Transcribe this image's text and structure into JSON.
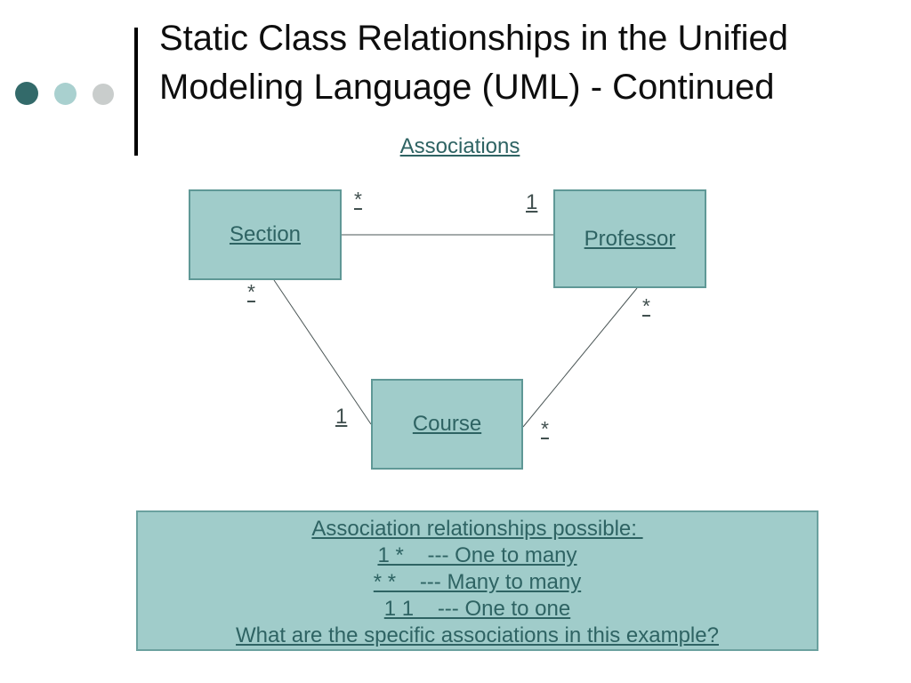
{
  "colors": {
    "background": "#ffffff",
    "box_fill": "#A0CCCA",
    "box_border": "#5F9896",
    "teal_text": "#2E6363",
    "title_text": "#0e0e0e",
    "multiplicity_text": "#41504F",
    "connector_line": "#4A5555",
    "dot_dark_teal": "#336A6A",
    "dot_light_teal": "#A9D0CF",
    "dot_gray": "#C9CDCC"
  },
  "title": {
    "line1": "Static Class Relationships in the Unified",
    "line2": "Modeling Language (UML) - Continued"
  },
  "diagram": {
    "heading": "Associations",
    "classes": [
      {
        "name": "Section"
      },
      {
        "name": "Professor"
      },
      {
        "name": "Course"
      }
    ],
    "multiplicities": [
      {
        "id": "section-professor-near-section",
        "label": "*"
      },
      {
        "id": "section-professor-near-professor",
        "label": "1"
      },
      {
        "id": "section-course-near-section",
        "label": "*"
      },
      {
        "id": "professor-course-near-professor",
        "label": "*"
      },
      {
        "id": "section-course-near-course",
        "label": "1"
      },
      {
        "id": "professor-course-near-course",
        "label": "*"
      }
    ]
  },
  "note_box": {
    "lines": [
      "Association relationships possible: ",
      "1 *    --- One to many",
      "* *    --- Many to many",
      "1 1    --- One to one",
      "What are the specific associations in this example?"
    ]
  }
}
